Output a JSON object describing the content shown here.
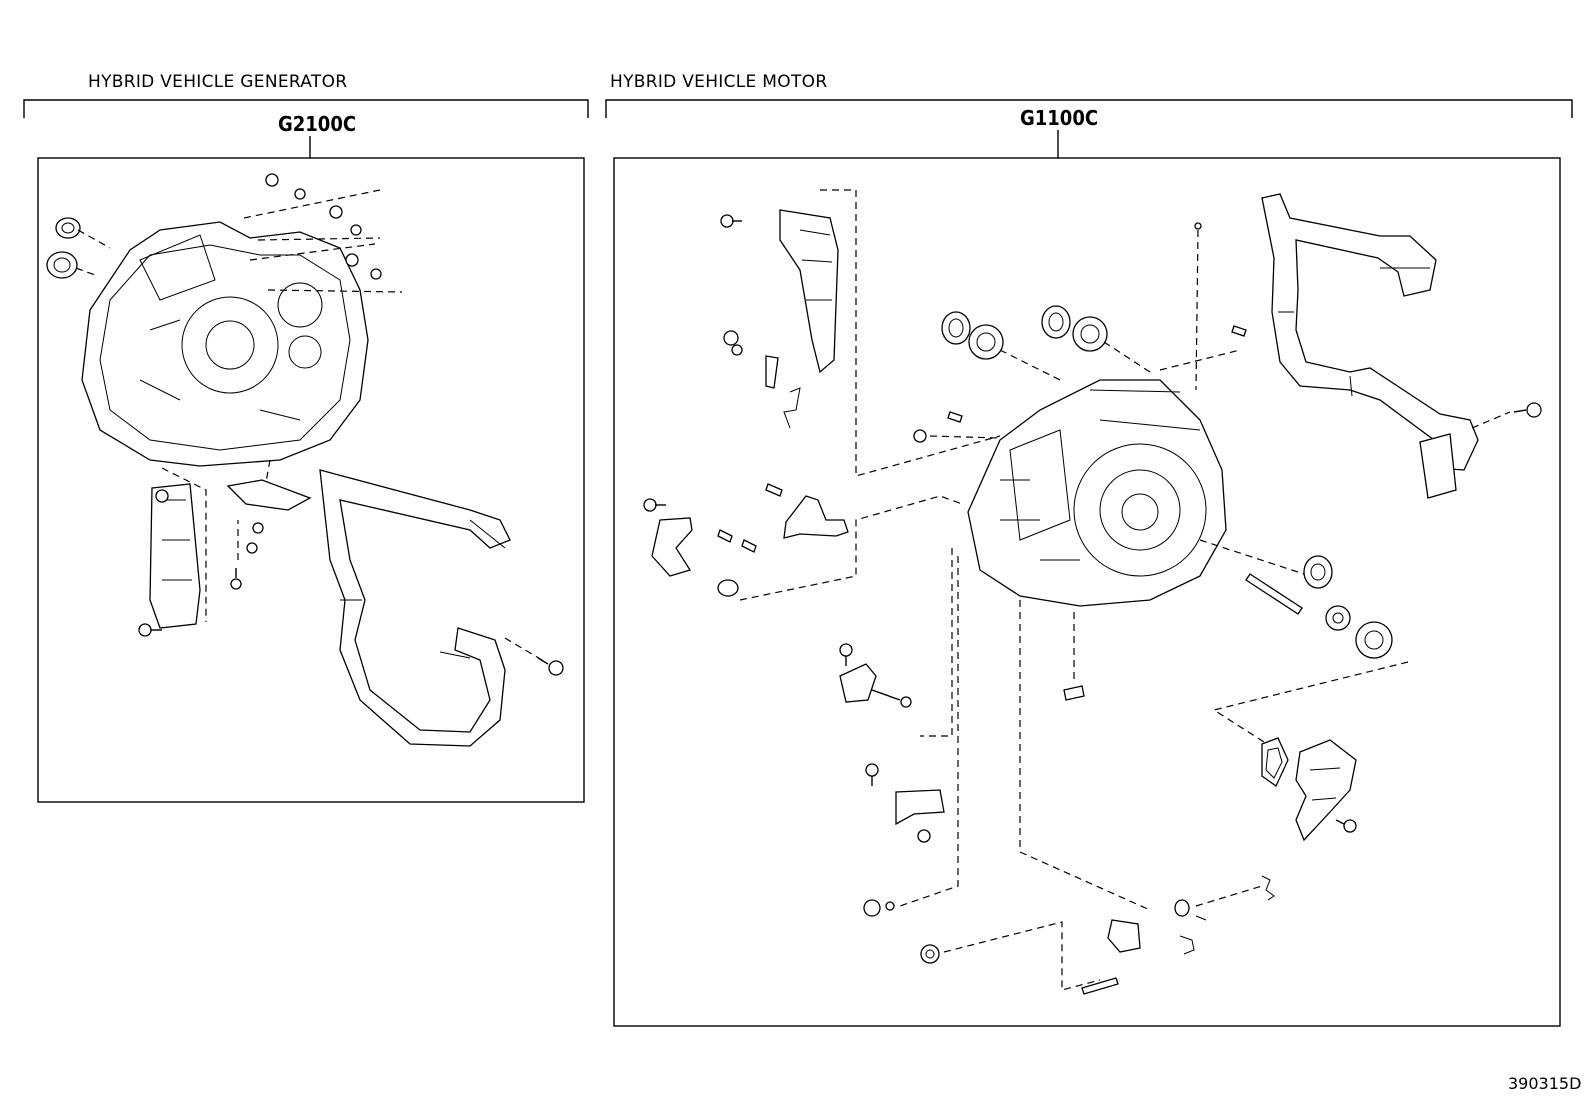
{
  "sections": [
    {
      "heading": "HYBRID VEHICLE GENERATOR",
      "code": "G2100C"
    },
    {
      "heading": "HYBRID VEHICLE MOTOR",
      "code": "G1100C"
    }
  ],
  "figure_number": "390315D"
}
